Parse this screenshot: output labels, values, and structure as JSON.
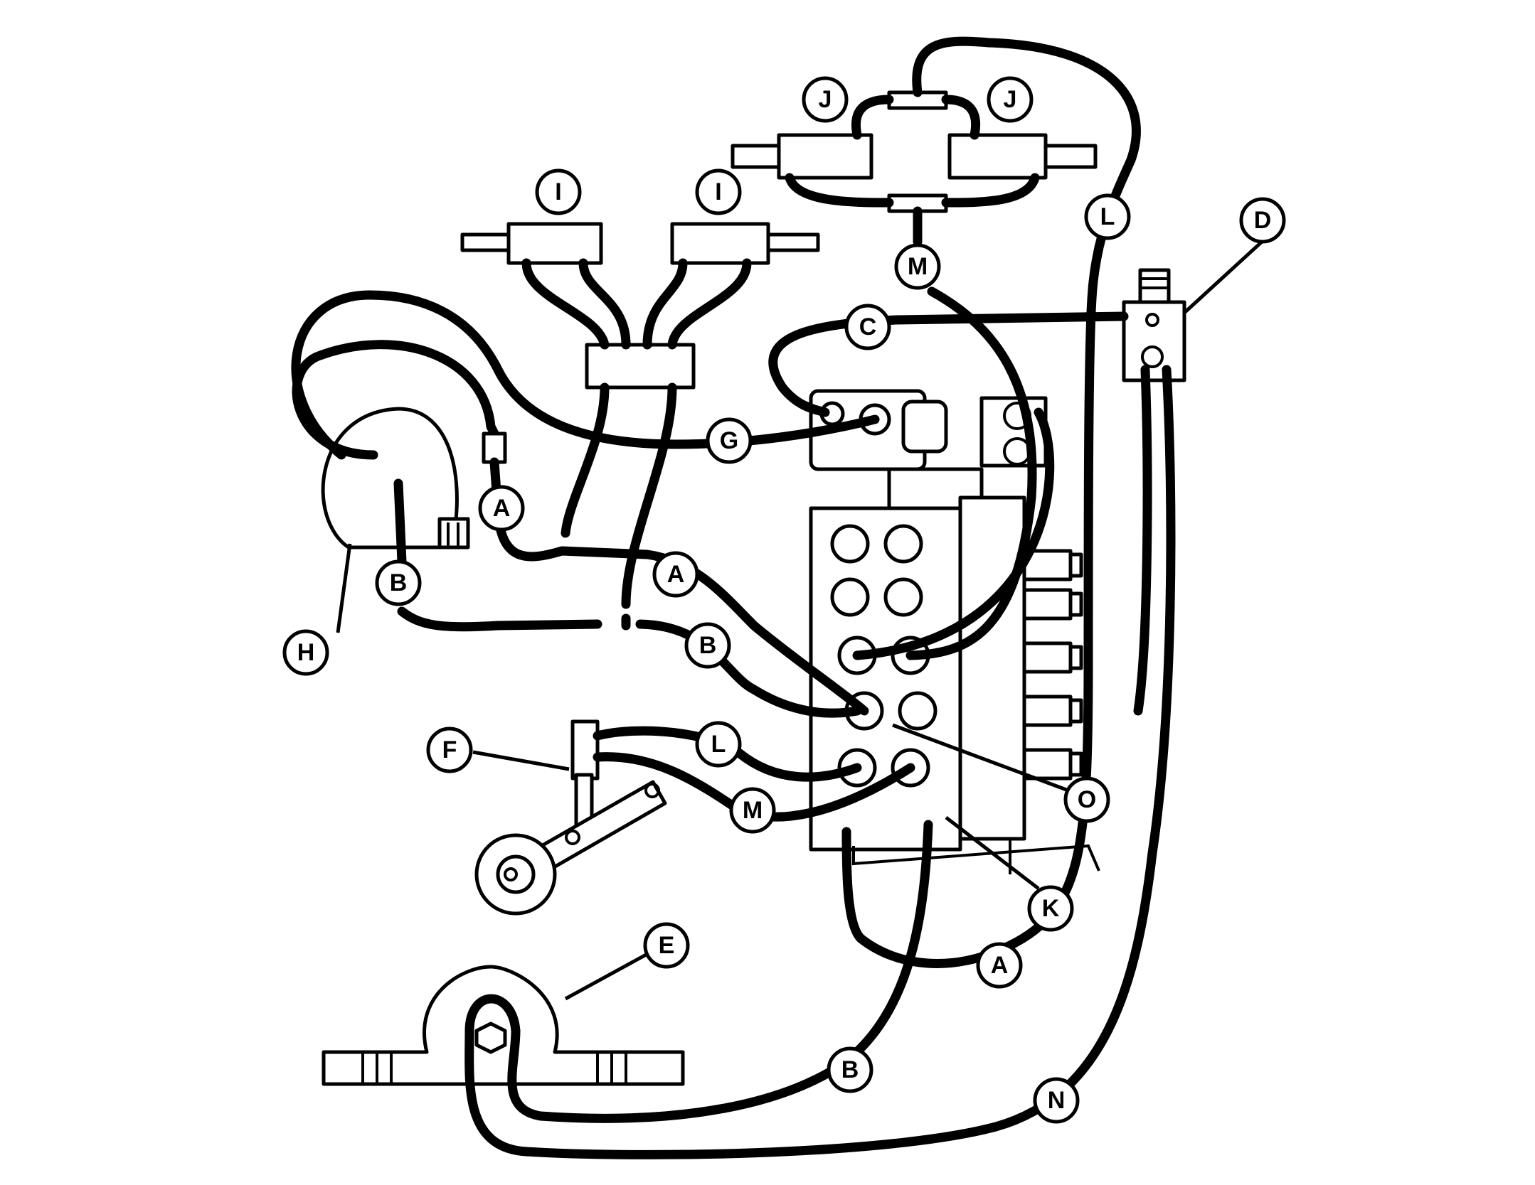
{
  "diagram": {
    "callouts": [
      {
        "id": "J-left",
        "label": "J"
      },
      {
        "id": "J-right",
        "label": "J"
      },
      {
        "id": "I-left",
        "label": "I"
      },
      {
        "id": "I-right",
        "label": "I"
      },
      {
        "id": "L-top",
        "label": "L"
      },
      {
        "id": "D",
        "label": "D"
      },
      {
        "id": "M-top",
        "label": "M"
      },
      {
        "id": "C",
        "label": "C"
      },
      {
        "id": "G",
        "label": "G"
      },
      {
        "id": "A-left",
        "label": "A"
      },
      {
        "id": "A-mid",
        "label": "A"
      },
      {
        "id": "B-left",
        "label": "B"
      },
      {
        "id": "B-mid",
        "label": "B"
      },
      {
        "id": "H",
        "label": "H"
      },
      {
        "id": "F",
        "label": "F"
      },
      {
        "id": "L-mid",
        "label": "L"
      },
      {
        "id": "M-mid",
        "label": "M"
      },
      {
        "id": "O",
        "label": "O"
      },
      {
        "id": "K",
        "label": "K"
      },
      {
        "id": "A-bottom",
        "label": "A"
      },
      {
        "id": "E",
        "label": "E"
      },
      {
        "id": "B-bottom",
        "label": "B"
      },
      {
        "id": "N",
        "label": "N"
      }
    ]
  }
}
